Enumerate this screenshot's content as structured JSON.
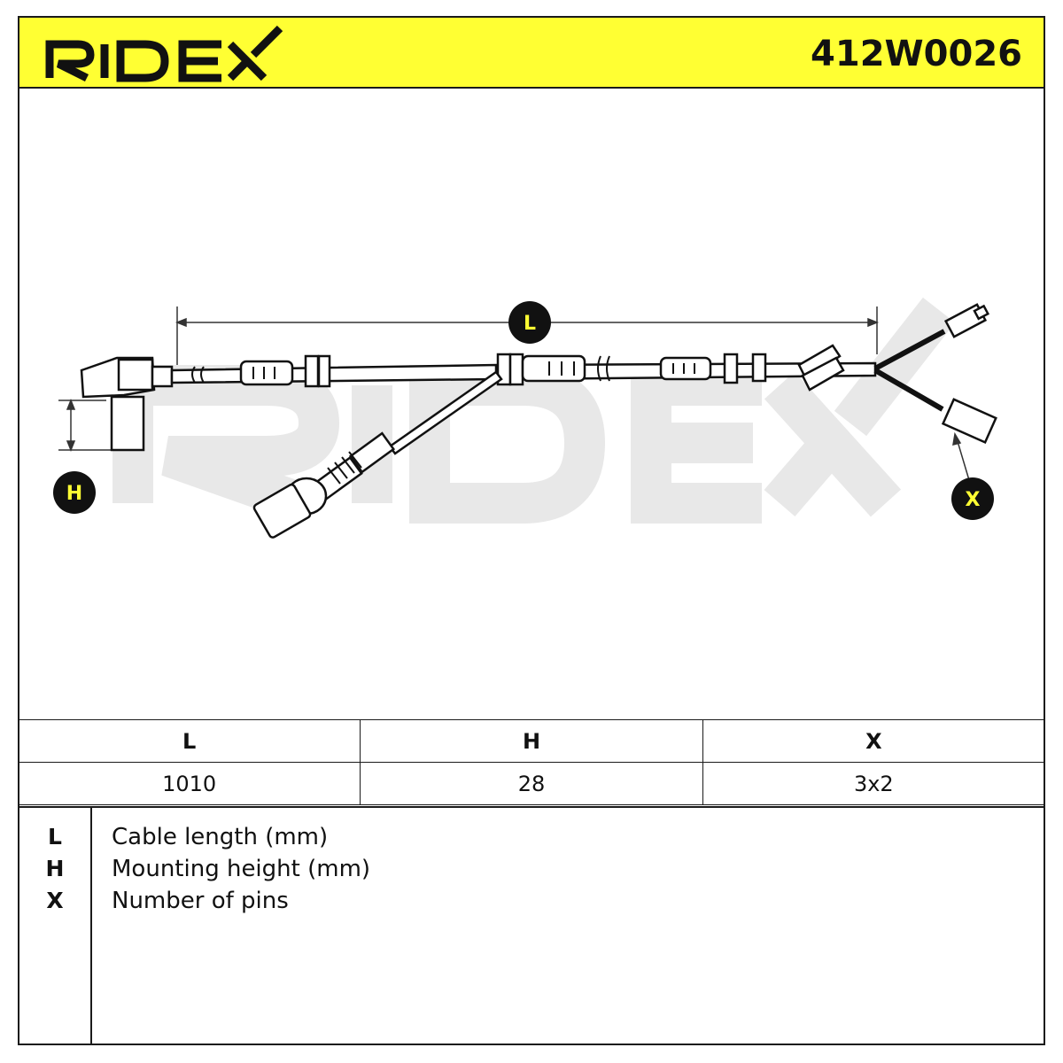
{
  "header": {
    "brand": "RIDEX",
    "part_number": "412W0026"
  },
  "diagram": {
    "watermark": "RIDEX",
    "markers": {
      "L": "L",
      "H": "H",
      "X": "X"
    },
    "colors": {
      "header_bg": "#ffff33",
      "marker_bg": "#111111",
      "marker_text": "#ffff33",
      "watermark": "#e6e6e6"
    }
  },
  "spec_table": {
    "columns": [
      "L",
      "H",
      "X"
    ],
    "values": [
      "1010",
      "28",
      "3x2"
    ]
  },
  "legend": [
    {
      "key": "L",
      "label": "Cable length (mm)"
    },
    {
      "key": "H",
      "label": "Mounting height (mm)"
    },
    {
      "key": "X",
      "label": "Number of pins"
    }
  ]
}
